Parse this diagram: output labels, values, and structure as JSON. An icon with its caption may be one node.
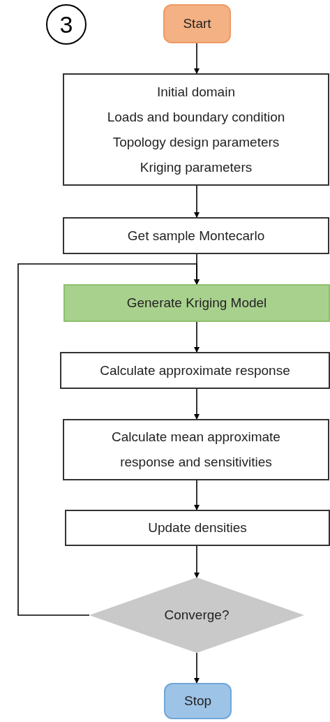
{
  "diagram": {
    "nodes": [
      {
        "text": [
          "Start"
        ]
      },
      {
        "text": [
          "Initial domain",
          "Loads and boundary condition",
          "Topology design parameters",
          "Kriging parameters"
        ]
      },
      {
        "text": [
          "Get sample Montecarlo"
        ]
      },
      {
        "text": [
          "Generate Kriging Model"
        ]
      },
      {
        "text": [
          "Calculate approximate response"
        ]
      },
      {
        "text": [
          "Calculate mean approximate response and sensitivities"
        ]
      },
      {
        "text": [
          "Update densities"
        ]
      },
      {
        "text": [
          "Converge?"
        ]
      },
      {
        "text": [
          "Stop"
        ]
      }
    ],
    "edges": [
      {
        "from": 0,
        "to": 1,
        "arrow": "to"
      },
      {
        "from": 1,
        "to": 2,
        "arrow": "to"
      },
      {
        "from": 2,
        "to": 3,
        "arrow": "to"
      },
      {
        "from": 3,
        "to": 4,
        "arrow": "to"
      },
      {
        "from": 4,
        "to": 5,
        "arrow": "to"
      },
      {
        "from": 5,
        "to": 6,
        "arrow": "to"
      },
      {
        "from": 6,
        "to": 7,
        "arrow": "to"
      },
      {
        "from": 7,
        "to": 8,
        "arrow": "to"
      },
      {
        "from": 7,
        "to": 3,
        "arrow": "to"
      }
    ],
    "labels": [
      "3"
    ]
  }
}
